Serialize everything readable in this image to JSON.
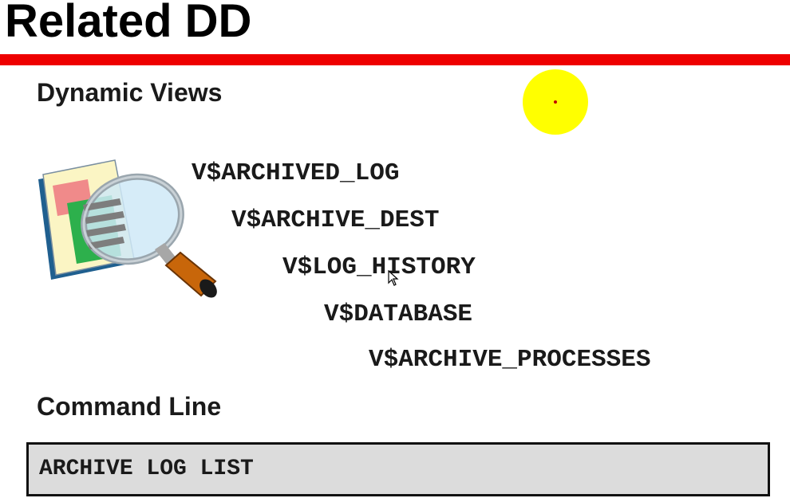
{
  "slide": {
    "title": "Related DD",
    "accent_color": "#ee0000",
    "highlight_color": "#ffff00"
  },
  "dynamic_views": {
    "heading": "Dynamic Views",
    "icon": "magnifier-document-icon",
    "views": [
      "V$ARCHIVED_LOG",
      "V$ARCHIVE_DEST",
      "V$LOG_HISTORY",
      "V$DATABASE",
      "V$ARCHIVE_PROCESSES"
    ]
  },
  "command_line": {
    "heading": "Command Line",
    "command": "ARCHIVE LOG LIST"
  }
}
